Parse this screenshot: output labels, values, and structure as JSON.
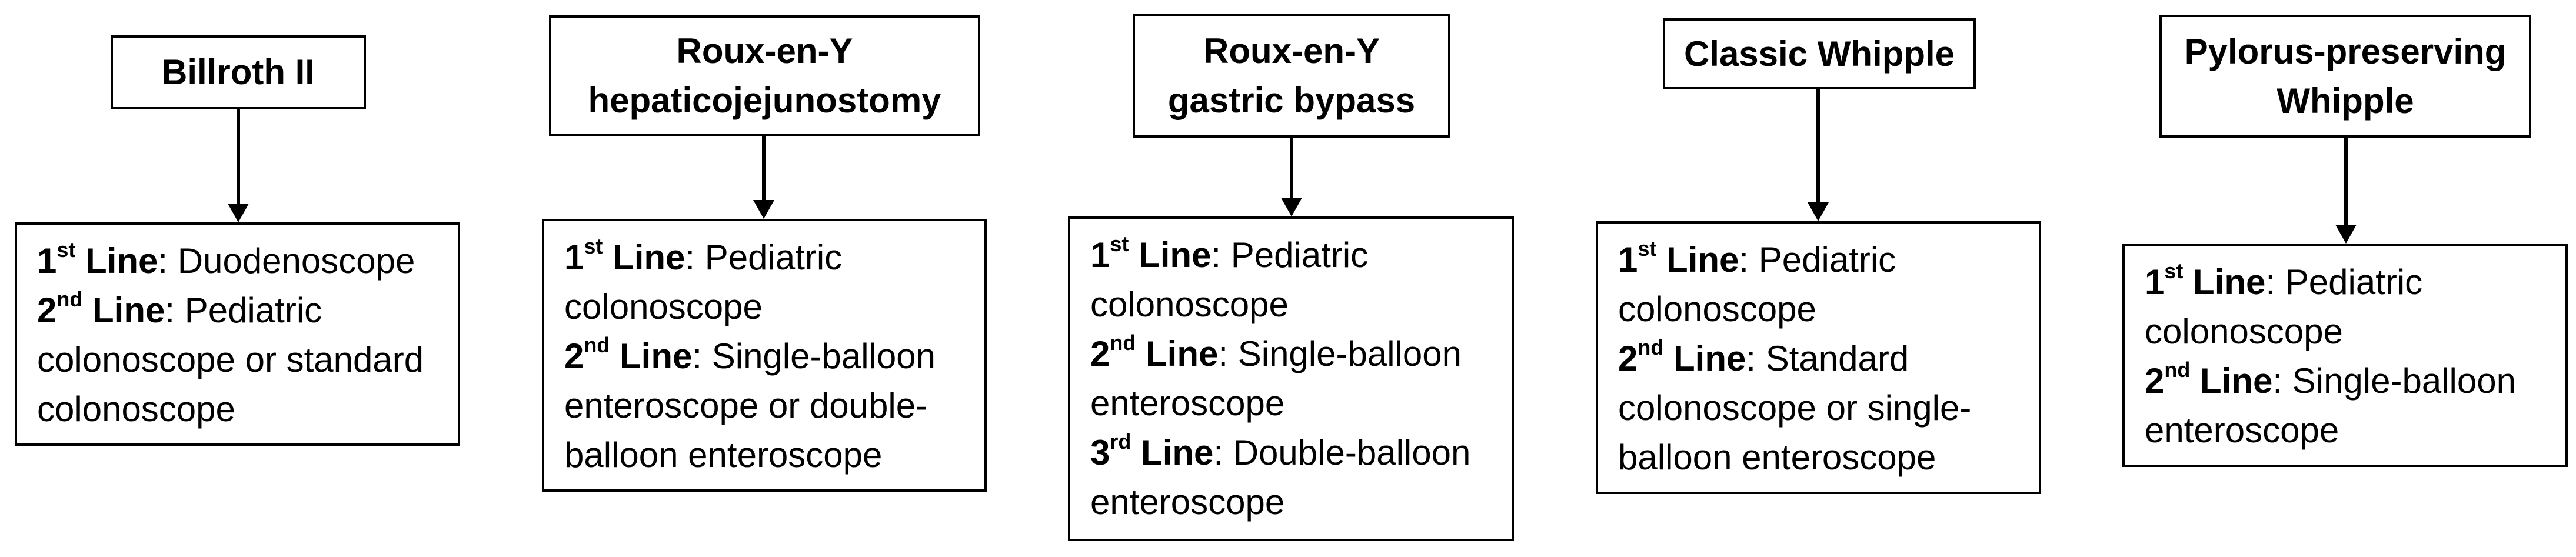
{
  "columns": [
    {
      "title": "Billroth II",
      "lines": [
        {
          "num": "1",
          "suffix": "st",
          "label": " Line",
          "text": ": Duodenoscope"
        },
        {
          "num": "2",
          "suffix": "nd",
          "label": " Line",
          "text": ": Pediatric colonoscope or standard colonoscope"
        }
      ]
    },
    {
      "title": "Roux-en-Y hepaticojejunostomy",
      "lines": [
        {
          "num": "1",
          "suffix": "st",
          "label": " Line",
          "text": ": Pediatric colonoscope"
        },
        {
          "num": "2",
          "suffix": "nd",
          "label": " Line",
          "text": ": Single-balloon enteroscope or double-balloon enteroscope"
        }
      ]
    },
    {
      "title": "Roux-en-Y gastric bypass",
      "lines": [
        {
          "num": "1",
          "suffix": "st",
          "label": " Line",
          "text": ": Pediatric colonoscope"
        },
        {
          "num": "2",
          "suffix": "nd",
          "label": " Line",
          "text": ": Single-balloon enteroscope"
        },
        {
          "num": "3",
          "suffix": "rd",
          "label": " Line",
          "text": ": Double-balloon enteroscope"
        }
      ]
    },
    {
      "title": "Classic Whipple",
      "lines": [
        {
          "num": "1",
          "suffix": "st",
          "label": " Line",
          "text": ": Pediatric colonoscope"
        },
        {
          "num": "2",
          "suffix": "nd",
          "label": " Line",
          "text": ": Standard colonoscope or single-balloon enteroscope"
        }
      ]
    },
    {
      "title": "Pylorus-preserving Whipple",
      "lines": [
        {
          "num": "1",
          "suffix": "st",
          "label": " Line",
          "text": ": Pediatric colonoscope"
        },
        {
          "num": "2",
          "suffix": "nd",
          "label": " Line",
          "text": ": Single-balloon enteroscope"
        }
      ]
    }
  ]
}
